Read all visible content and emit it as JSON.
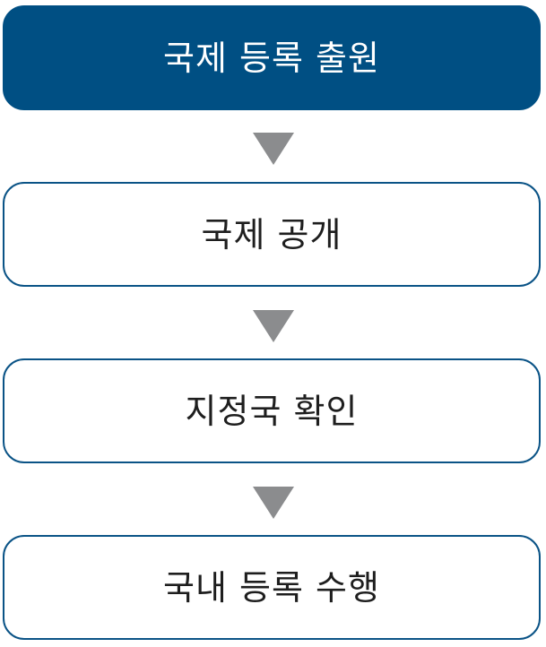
{
  "flow": {
    "steps": [
      {
        "label": "국제 등록 출원"
      },
      {
        "label": "국제 공개"
      },
      {
        "label": "지정국 확인"
      },
      {
        "label": "국내 등록 수행"
      }
    ],
    "arrow_icon": "triangle-down-icon"
  },
  "colors": {
    "primary_fill": "#004f83",
    "outline": "#0a5386",
    "arrow": "#8b8c8e",
    "text_dark": "#1e1e1e",
    "text_light": "#ffffff"
  }
}
